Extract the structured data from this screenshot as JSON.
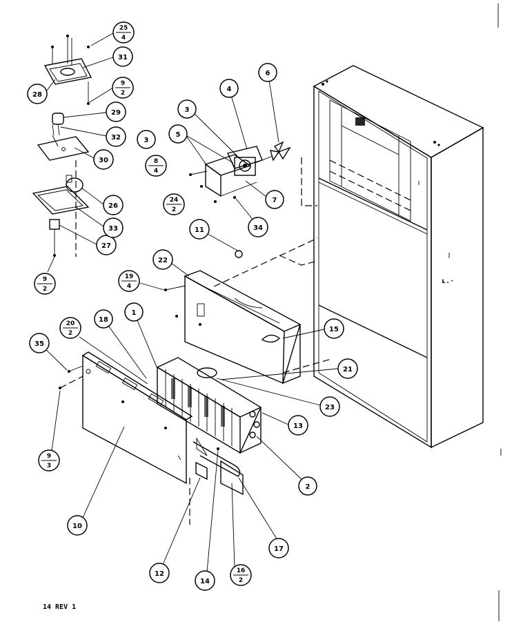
{
  "drawing_code": "14 REV 1",
  "callouts": [
    {
      "id": "c1",
      "label": "1"
    },
    {
      "id": "c2",
      "label": "2"
    },
    {
      "id": "c3a",
      "label": "3"
    },
    {
      "id": "c3b",
      "label": "3"
    },
    {
      "id": "c4",
      "label": "4"
    },
    {
      "id": "c5",
      "label": "5"
    },
    {
      "id": "c6",
      "label": "6"
    },
    {
      "id": "c7",
      "label": "7"
    },
    {
      "id": "c10",
      "label": "10"
    },
    {
      "id": "c11",
      "label": "11"
    },
    {
      "id": "c12",
      "label": "12"
    },
    {
      "id": "c13",
      "label": "13"
    },
    {
      "id": "c14",
      "label": "14"
    },
    {
      "id": "c15",
      "label": "15"
    },
    {
      "id": "c17",
      "label": "17"
    },
    {
      "id": "c18",
      "label": "18"
    },
    {
      "id": "c21",
      "label": "21"
    },
    {
      "id": "c22",
      "label": "22"
    },
    {
      "id": "c23",
      "label": "23"
    },
    {
      "id": "c26",
      "label": "26"
    },
    {
      "id": "c27",
      "label": "27"
    },
    {
      "id": "c28",
      "label": "28"
    },
    {
      "id": "c29",
      "label": "29"
    },
    {
      "id": "c30",
      "label": "30"
    },
    {
      "id": "c31",
      "label": "31"
    },
    {
      "id": "c32",
      "label": "32"
    },
    {
      "id": "c33",
      "label": "33"
    },
    {
      "id": "c34",
      "label": "34"
    },
    {
      "id": "c35",
      "label": "35"
    }
  ],
  "fraction_callouts": [
    {
      "id": "f25_4",
      "top": "25",
      "bottom": "4"
    },
    {
      "id": "f9_2a",
      "top": "9",
      "bottom": "2"
    },
    {
      "id": "f8_4",
      "top": "8",
      "bottom": "4"
    },
    {
      "id": "f24_2",
      "top": "24",
      "bottom": "2"
    },
    {
      "id": "f9_2b",
      "top": "9",
      "bottom": "2"
    },
    {
      "id": "f19_4",
      "top": "19",
      "bottom": "4"
    },
    {
      "id": "f20_2",
      "top": "20",
      "bottom": "2"
    },
    {
      "id": "f9_3",
      "top": "9",
      "bottom": "3"
    },
    {
      "id": "f16_2",
      "top": "16",
      "bottom": "2"
    }
  ]
}
